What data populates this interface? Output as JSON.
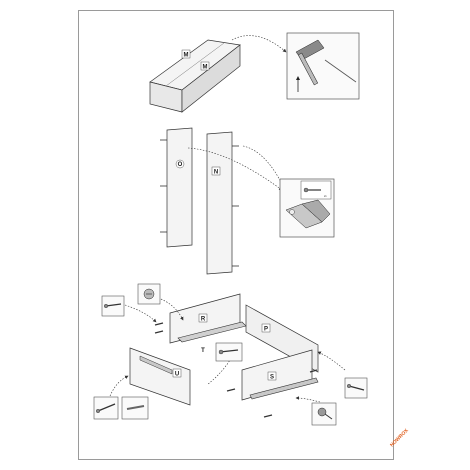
{
  "document": {
    "brand": "NOWROX",
    "note_small": "2x",
    "parts": {
      "top_left": "M",
      "top_right": "M",
      "side_left": "O",
      "side_right": "N",
      "drawer_back": "R",
      "drawer_right": "P",
      "drawer_bottom": "T",
      "drawer_front": "S",
      "drawer_left": "U"
    }
  }
}
